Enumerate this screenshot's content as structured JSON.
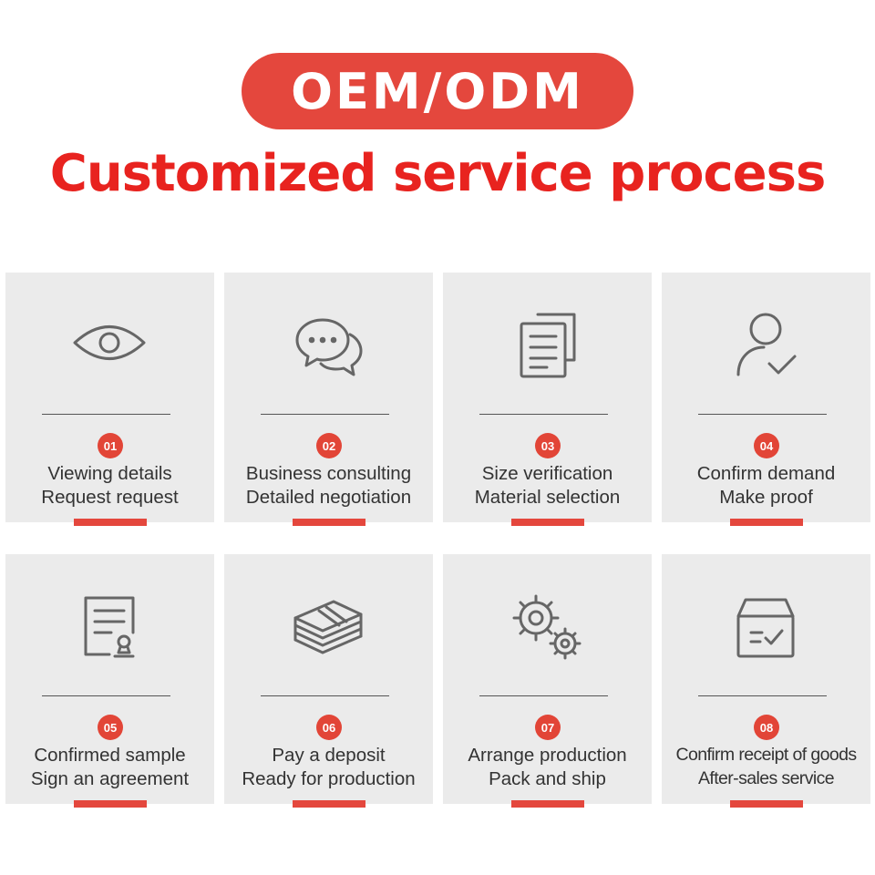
{
  "header": {
    "badge": "OEM/ODM",
    "title": "Customized service process"
  },
  "colors": {
    "accent": "#e4473d",
    "title": "#e8231f",
    "card_bg": "#ebebeb",
    "icon_stroke": "#666666"
  },
  "steps": [
    {
      "number": "01",
      "line1": "Viewing details",
      "line2": "Request request",
      "icon": "eye-icon"
    },
    {
      "number": "02",
      "line1": "Business consulting",
      "line2": "Detailed negotiation",
      "icon": "chat-bubbles-icon"
    },
    {
      "number": "03",
      "line1": "Size verification",
      "line2": "Material selection",
      "icon": "documents-icon"
    },
    {
      "number": "04",
      "line1": "Confirm demand",
      "line2": "Make proof",
      "icon": "user-check-icon"
    },
    {
      "number": "05",
      "line1": "Confirmed sample",
      "line2": "Sign an agreement",
      "icon": "contract-icon"
    },
    {
      "number": "06",
      "line1": "Pay a deposit",
      "line2": "Ready for production",
      "icon": "money-stack-icon"
    },
    {
      "number": "07",
      "line1": "Arrange production",
      "line2": "Pack and ship",
      "icon": "gears-icon"
    },
    {
      "number": "08",
      "line1": "Confirm receipt of goods",
      "line2": "After-sales service",
      "icon": "box-check-icon"
    }
  ]
}
